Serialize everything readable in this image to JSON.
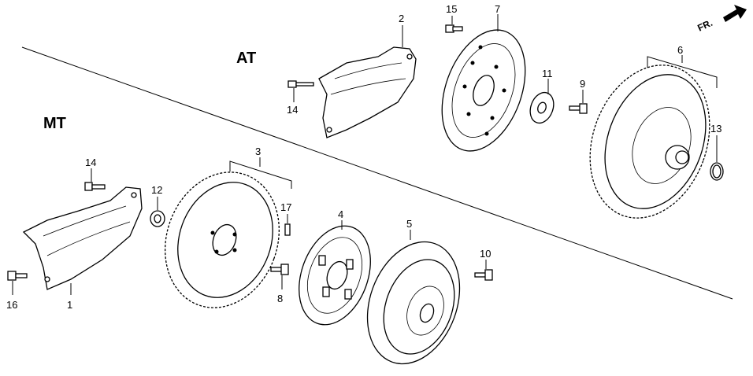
{
  "sections": {
    "at": "AT",
    "mt": "MT"
  },
  "direction": "FR.",
  "callouts": {
    "c1": "1",
    "c2": "2",
    "c3": "3",
    "c4": "4",
    "c5": "5",
    "c6": "6",
    "c7": "7",
    "c8": "8",
    "c9": "9",
    "c10": "10",
    "c11": "11",
    "c12": "12",
    "c13": "13",
    "c14a": "14",
    "c14b": "14",
    "c15": "15",
    "c16": "16",
    "c17": "17"
  }
}
